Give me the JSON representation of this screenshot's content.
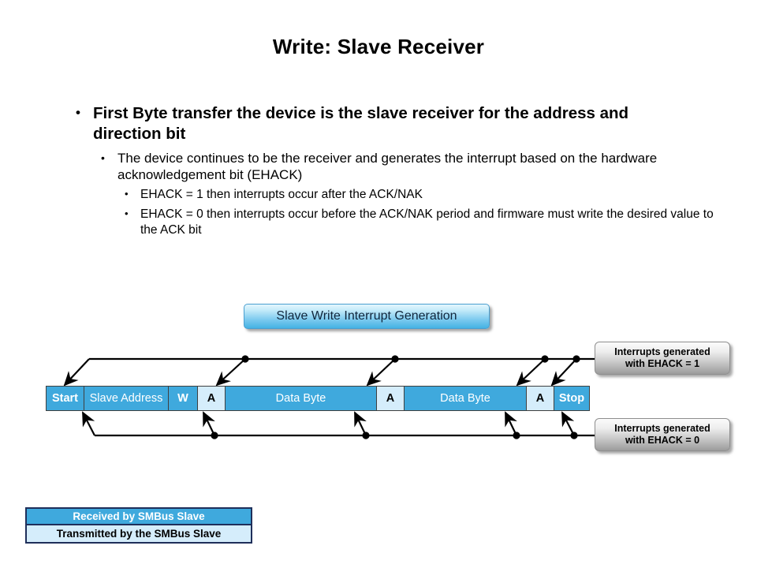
{
  "slide": {
    "title": "Write: Slave Receiver"
  },
  "bullets": [
    {
      "level": 1,
      "marker": "•",
      "text": "First Byte transfer the device is the slave receiver for the address and direction bit"
    },
    {
      "level": 2,
      "marker": "•",
      "text": "The device continues to be the receiver and generates the interrupt based on the hardware acknowledgement bit (EHACK)"
    },
    {
      "level": 3,
      "marker": "•",
      "text": "EHACK = 1 then interrupts occur after the ACK/NAK"
    },
    {
      "level": 3,
      "marker": "•",
      "text": "EHACK = 0 then interrupts occur before the ACK/NAK period and firmware must write the desired value to the ACK bit"
    }
  ],
  "diagram": {
    "banner_label": "Slave Write Interrupt Generation",
    "frame_cells": [
      {
        "label": "Start",
        "role": "rx",
        "bold": true,
        "width": 48
      },
      {
        "label": "Slave Address",
        "role": "rx",
        "bold": false,
        "width": 107
      },
      {
        "label": "W",
        "role": "rx",
        "bold": true,
        "width": 37
      },
      {
        "label": "A",
        "role": "tx",
        "bold": true,
        "width": 35
      },
      {
        "label": "Data Byte",
        "role": "rx",
        "bold": false,
        "width": 192
      },
      {
        "label": "A",
        "role": "tx",
        "bold": true,
        "width": 35
      },
      {
        "label": "Data Byte",
        "role": "rx",
        "bold": false,
        "width": 155
      },
      {
        "label": "A",
        "role": "tx",
        "bold": true,
        "width": 35
      },
      {
        "label": "Stop",
        "role": "rx",
        "bold": true,
        "width": 44
      }
    ],
    "callout_top": {
      "line1": "Interrupts generated",
      "line2": "with EHACK = 1"
    },
    "callout_bottom": {
      "line1": "Interrupts generated",
      "line2": "with EHACK = 0"
    }
  },
  "legend": {
    "received_label": "Received by SMBus Slave",
    "transmitted_label": "Transmitted by the SMBus Slave"
  },
  "colors": {
    "received_fill": "#3fa9dd",
    "transmitted_fill": "#d5edfb",
    "frame_border": "#3f3f3f",
    "legend_border": "#1f2f5a",
    "connector_line": "#000000",
    "banner_text": "#10263c",
    "callout_gradient_top": "#fbfbfb",
    "callout_gradient_bottom": "#9b9b9b"
  }
}
